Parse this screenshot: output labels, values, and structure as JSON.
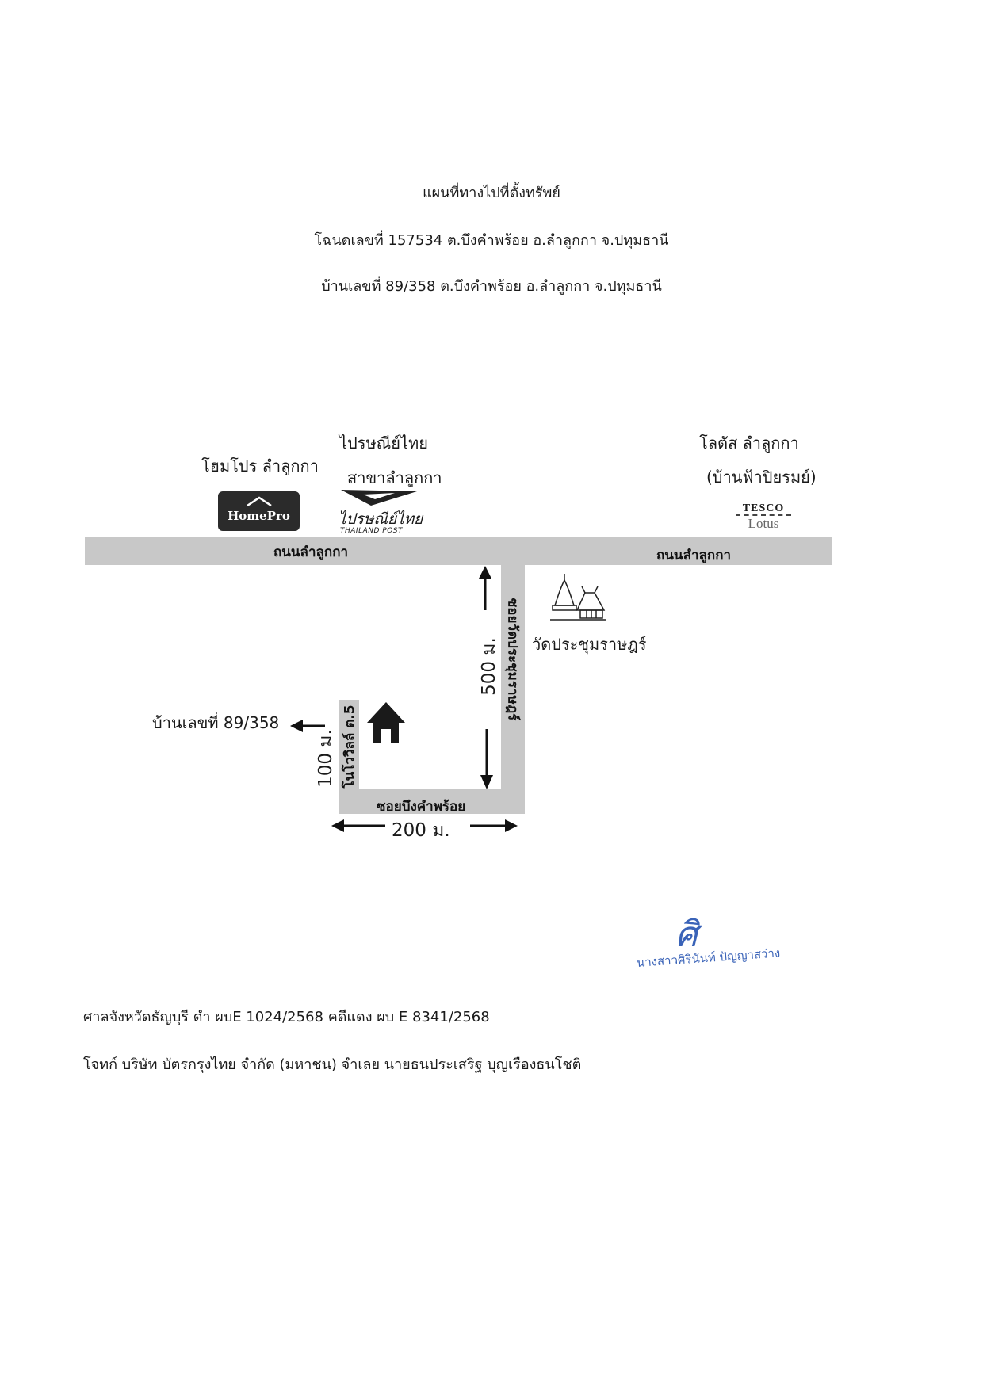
{
  "header": {
    "title": "แผนที่ทางไปที่ตั้งทรัพย์",
    "deed_line": "โฉนดเลขที่  157534 ต.บึงคำพร้อย อ.ลำลูกกา จ.ปทุมธานี",
    "house_line": "บ้านเลขที่ 89/358 ต.บึงคำพร้อย อ.ลำลูกกา จ.ปทุมธานี"
  },
  "landmarks": {
    "homepro": {
      "name": "โฮมโปร  ลำลูกกา",
      "logo_text": "HomePro"
    },
    "post": {
      "name_line1": "ไปรษณีย์ไทย",
      "name_line2": "สาขาลำลูกกา",
      "logo_thai": "ไปรษณีย์ไทย",
      "logo_en": "THAILAND POST"
    },
    "lotus": {
      "name_line1": "โลตัส ลำลูกกา",
      "name_line2": "(บ้านฟ้าปิยรมย์)",
      "logo_line1": "TESCO",
      "logo_line2": "Lotus"
    },
    "temple": {
      "name": "วัดประชุมราษฎร์"
    }
  },
  "roads": {
    "main_left": "ถนนลำลูกกา",
    "main_right": "ถนนลำลูกกา",
    "soi_vertical": "ซอยวัดประชุมราษฎร์",
    "soi_bottom": "ซอยบึงคำพร้อย",
    "soi_small": "โนโววิลล์ ต.5"
  },
  "distances": {
    "d500": "500 ม.",
    "d200": "200 ม.",
    "d100": "100 ม."
  },
  "destination": {
    "label": "บ้านเลขที่ 89/358"
  },
  "signature": {
    "mark": "ศิ",
    "name": "นางสาวศิรินันท์ ปัญญาสว่าง"
  },
  "footer": {
    "court_line": "ศาลจังหวัดธัญบุรี ดำ ผบE 1024/2568    คดีแดง ผบ E 8341/2568",
    "parties_line": "โจทก์ บริษัท บัตรกรุงไทย จำกัด (มหาชน)    จำเลย นายธนประเสริฐ บุญเรืองธนโชติ"
  },
  "colors": {
    "road": "#c8c8c8",
    "homepro_bg": "#2b2b2b",
    "signature_ink": "#3a63b8"
  },
  "icons": [
    "house-icon",
    "temple-icon",
    "arrow-up-icon",
    "arrow-down-icon",
    "arrow-left-icon",
    "arrow-right-icon"
  ]
}
